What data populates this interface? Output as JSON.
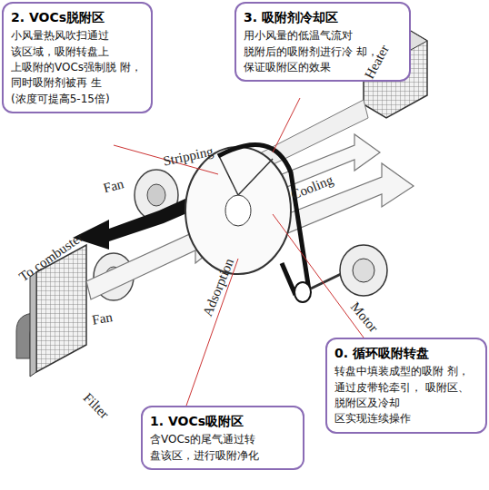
{
  "diagram": {
    "nodes": [
      {
        "text": [
          "2. VOCs脱附区",
          "小风量热风吹扫通过 该区域，吸附转盘上 上吸附的VOCs强制脱 附，同时吸附剂被再 生(浓度可提高5-15倍)"
        ]
      },
      {
        "text": [
          "3. 吸附剂冷却区",
          "用小风量的低温气流对 脱附后的吸附剂进行冷 却，保证吸附区的效果"
        ]
      },
      {
        "text": [
          "0. 循环吸附转盘",
          "转盘中填装成型的吸附 剂，通过皮带轮牵引， 吸附区、脱附区及冷却 区实现连续操作"
        ]
      },
      {
        "text": [
          "1. VOCs吸附区",
          "含VOCs的尾气通过转 盘该区，进行吸附净化"
        ]
      }
    ],
    "labels": [
      "Heater",
      "Stripping",
      "Cooling",
      "Fan",
      "To combuster",
      "Fan",
      "Adsorption",
      "Motor",
      "Filter"
    ]
  }
}
